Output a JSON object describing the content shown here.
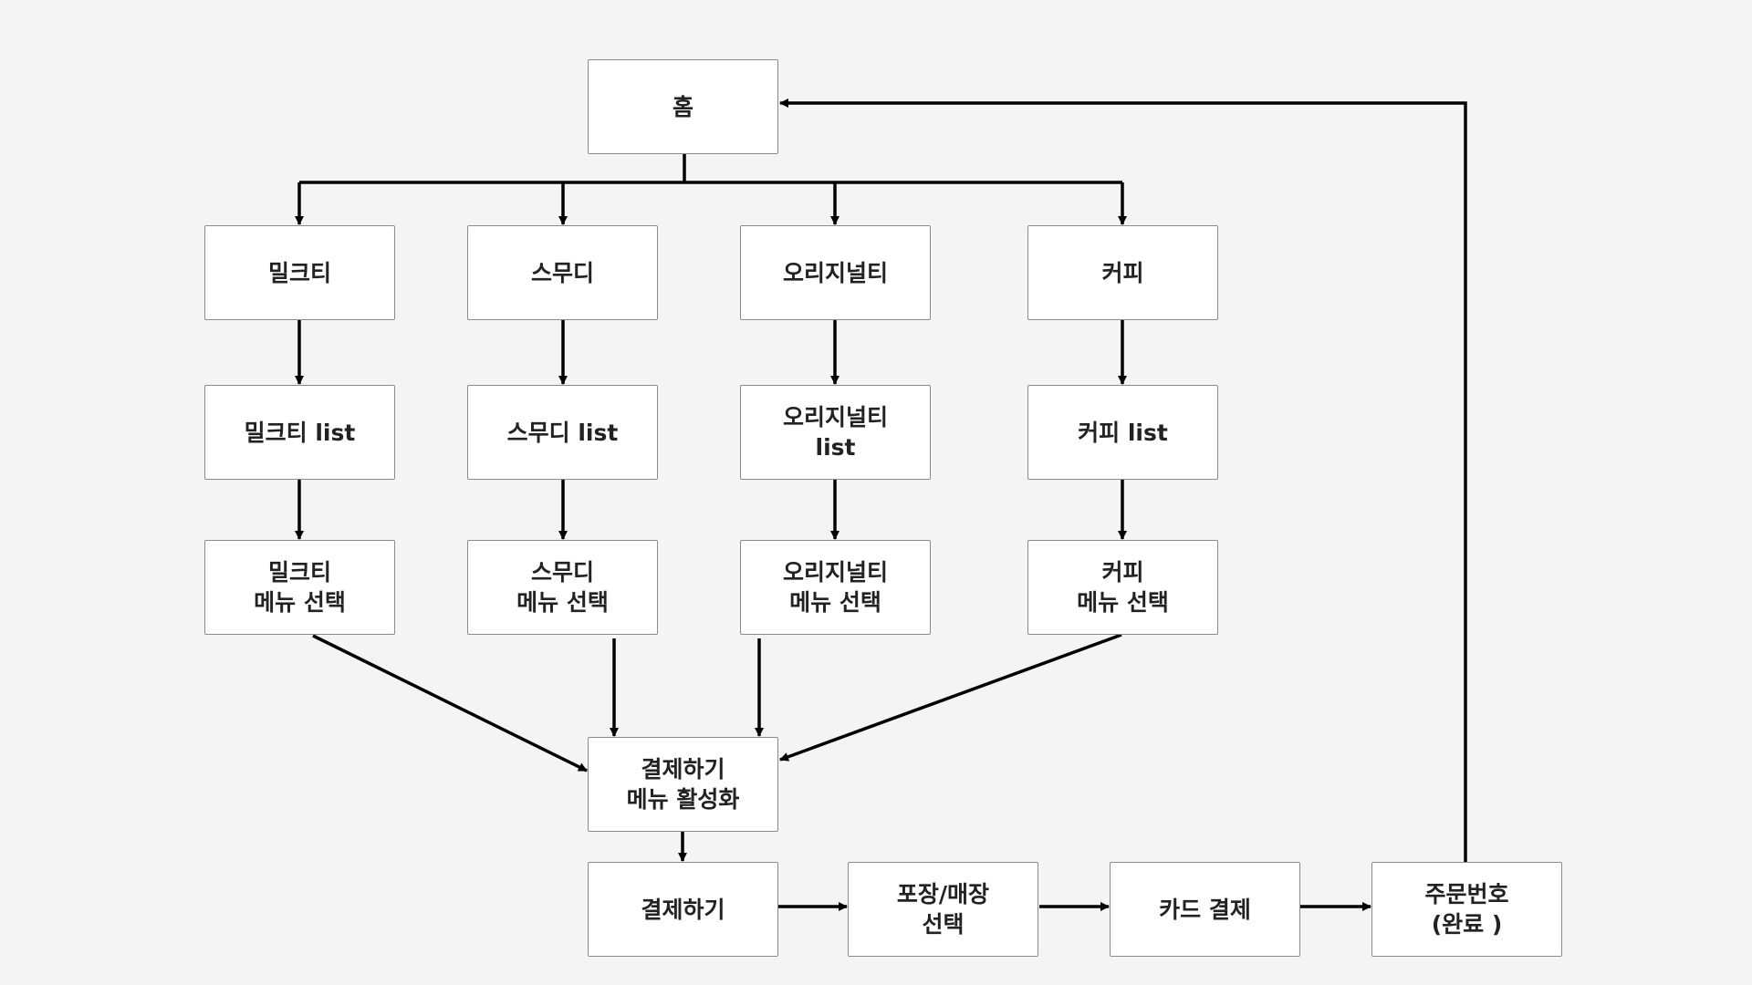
{
  "diagram": {
    "type": "flowchart",
    "nodes": {
      "home": "홈",
      "milktea": "밀크티",
      "smoothie": "스무디",
      "original": "오리지널티",
      "coffee": "커피",
      "milktea_list": "밀크티 list",
      "smoothie_list": "스무디 list",
      "original_list": "오리지널티\nlist",
      "coffee_list": "커피 list",
      "milktea_menu": "밀크티\n메뉴 선택",
      "smoothie_menu": "스무디\n메뉴 선택",
      "original_menu": "오리지널티\n메뉴 선택",
      "coffee_menu": "커피\n메뉴 선택",
      "checkout_activate": "결제하기\n메뉴 활성화",
      "checkout": "결제하기",
      "pack_choice": "포장/매장\n선택",
      "card_payment": "카드 결제",
      "order_number": "주문번호\n(완료 )"
    },
    "edges": [
      [
        "home",
        "milktea"
      ],
      [
        "home",
        "smoothie"
      ],
      [
        "home",
        "original"
      ],
      [
        "home",
        "coffee"
      ],
      [
        "milktea",
        "milktea_list"
      ],
      [
        "smoothie",
        "smoothie_list"
      ],
      [
        "original",
        "original_list"
      ],
      [
        "coffee",
        "coffee_list"
      ],
      [
        "milktea_list",
        "milktea_menu"
      ],
      [
        "smoothie_list",
        "smoothie_menu"
      ],
      [
        "original_list",
        "original_menu"
      ],
      [
        "coffee_list",
        "coffee_menu"
      ],
      [
        "milktea_menu",
        "checkout_activate"
      ],
      [
        "smoothie_menu",
        "checkout_activate"
      ],
      [
        "original_menu",
        "checkout_activate"
      ],
      [
        "coffee_menu",
        "checkout_activate"
      ],
      [
        "checkout_activate",
        "checkout"
      ],
      [
        "checkout",
        "pack_choice"
      ],
      [
        "pack_choice",
        "card_payment"
      ],
      [
        "card_payment",
        "order_number"
      ],
      [
        "order_number",
        "home"
      ]
    ],
    "colors": {
      "background": "#f4f4f4",
      "node_fill": "#ffffff",
      "node_border": "#8a8a8a",
      "edge": "#000000",
      "text": "#222222"
    }
  }
}
